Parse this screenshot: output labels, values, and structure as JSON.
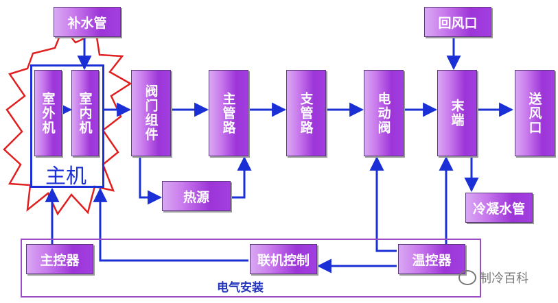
{
  "nodes": {
    "make_up_water": "补水管",
    "outdoor_unit": "室外机",
    "indoor_unit": "室内机",
    "valve_group": "阀门组件",
    "main_pipe": "主管路",
    "branch_pipe": "支管路",
    "motorized_valve": "电动阀",
    "terminal": "末端",
    "return_air": "回风口",
    "supply_air": "送风口",
    "heat_source": "热源",
    "condensate_pipe": "冷凝水管",
    "main_controller": "主控器",
    "linkage_control": "联机控制",
    "thermostat": "温控器"
  },
  "labels": {
    "host": "主机",
    "electrical": "电气安装"
  },
  "watermark": "制冷百科",
  "colors": {
    "arrow": "#1a2fd6",
    "burst": "#e02020",
    "box_fill": "#b05ae6",
    "frame": "#9a4cc4"
  }
}
